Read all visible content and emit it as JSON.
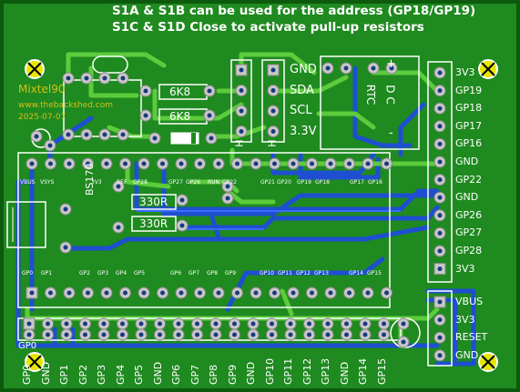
{
  "header": {
    "line1": "S1A & S1B can be used for the address (GP18/GP19)",
    "line2": "S1C & S1D Close to activate pull-up resistors"
  },
  "credits": {
    "author": "Mixtel90",
    "site": "www.thebackshed.com",
    "date": "2025-07-07"
  },
  "components": {
    "r_6k8_a": "6K8",
    "r_6k8_b": "6K8",
    "r_330_a": "330R",
    "r_330_b": "330R",
    "bs_label": "BS170",
    "rtc_label": "RTC",
    "dc_label": "D C",
    "plus": "+",
    "minus": "-",
    "h1": "H",
    "h2": "H"
  },
  "i2c_header": [
    "GND",
    "SDA",
    "SCL",
    "3.3V"
  ],
  "right_header_top": [
    "3V3",
    "GP19",
    "GP18",
    "GP17",
    "GP16",
    "GND",
    "GP22",
    "GND",
    "GP26",
    "GP27",
    "GP28",
    "3V3"
  ],
  "right_header_bottom": [
    "VBUS",
    "3V3",
    "RESET",
    "GND"
  ],
  "pico_top_labels": [
    "VBUS",
    "VSYS",
    "3V3",
    "REF",
    "GP28",
    "GP27",
    "GP26",
    "RUN",
    "GP22",
    "GP21",
    "GP20",
    "GP19",
    "GP18",
    "GP17",
    "GP16"
  ],
  "pico_bottom_labels": [
    "GP0",
    "GP1",
    "GP2",
    "GP3",
    "GP4",
    "GP5",
    "GP6",
    "GP7",
    "GP8",
    "GP9",
    "GP10",
    "GP11",
    "GP12",
    "GP13",
    "GP14",
    "GP15"
  ],
  "bottom_header_left": "GP0",
  "bottom_header": [
    "GP0",
    "GND",
    "GP1",
    "GP2",
    "GP3",
    "GP4",
    "GP5",
    "GND",
    "GP6",
    "GP7",
    "GP8",
    "GP9",
    "GND",
    "GP10",
    "GP11",
    "GP12",
    "GP13",
    "GND",
    "GP14",
    "GP15"
  ],
  "colors": {
    "board": "#1f8a1f",
    "copper_top": "#5ccc3c",
    "copper_bottom": "#1e4fd0",
    "pad": "#c8c8c8",
    "silkscreen": "#ffffff",
    "copper_text": "#d4c01c",
    "mount_hole": "#e6e600"
  }
}
